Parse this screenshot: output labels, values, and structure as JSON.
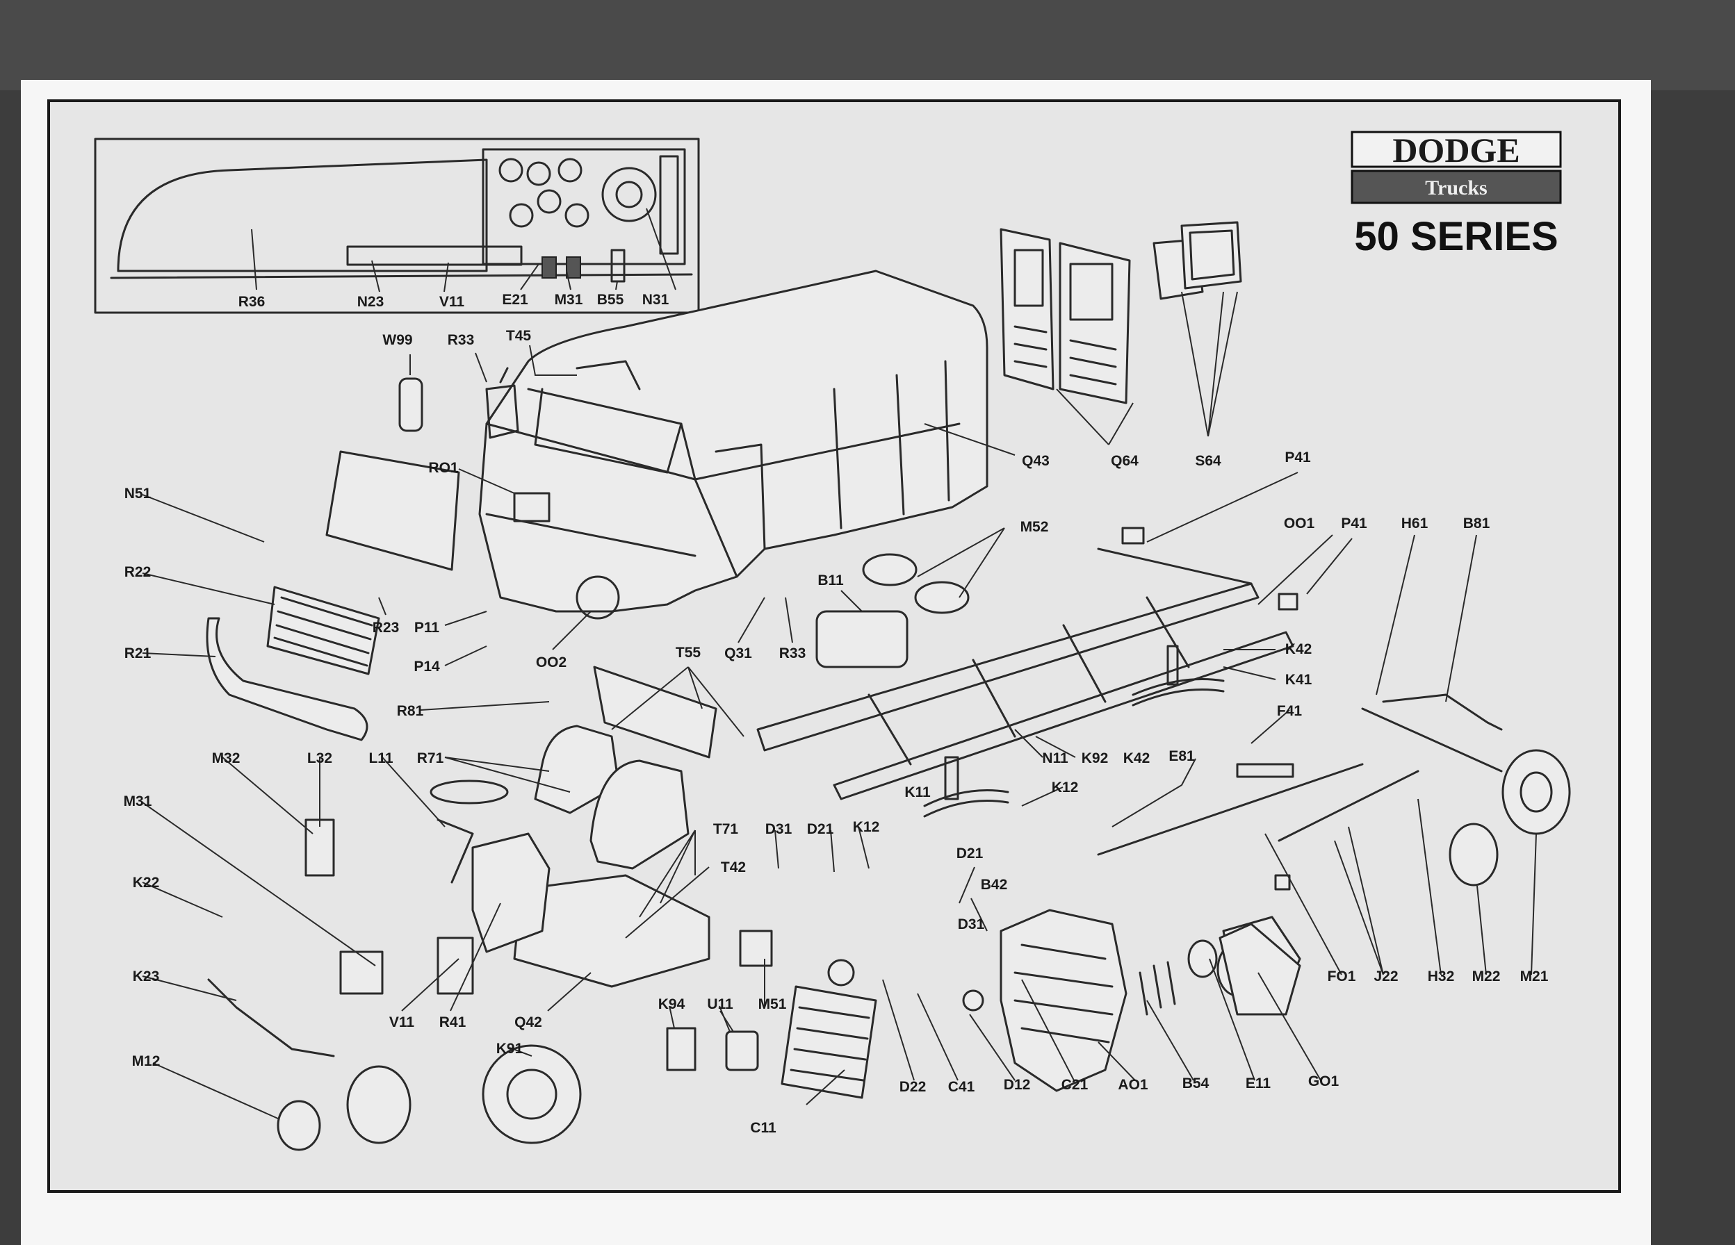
{
  "brand": {
    "name": "DODGE",
    "sub": "Trucks",
    "series": "50 SERIES"
  },
  "labels": [
    "R36",
    "N23",
    "V11",
    "E21",
    "M31",
    "B55",
    "N31",
    "W99",
    "R33",
    "T45",
    "Q43",
    "Q64",
    "S64",
    "RO1",
    "N51",
    "R22",
    "R23",
    "P11",
    "P14",
    "OO2",
    "R21",
    "Q31",
    "R33",
    "B11",
    "M52",
    "P41",
    "OO1",
    "P41",
    "H61",
    "B81",
    "T55",
    "K42",
    "K41",
    "R81",
    "F41",
    "M32",
    "L32",
    "L11",
    "R71",
    "N11",
    "K92",
    "K42",
    "K11",
    "K12",
    "K12",
    "E81",
    "M31",
    "T71",
    "D31",
    "D21",
    "T42",
    "D21",
    "B42",
    "K22",
    "D31",
    "K23",
    "V11",
    "R41",
    "Q42",
    "K94",
    "U11",
    "M51",
    "K91",
    "M12",
    "C11",
    "D22",
    "C41",
    "D12",
    "C21",
    "AO1",
    "B54",
    "E11",
    "GO1",
    "FO1",
    "J22",
    "H32",
    "M22",
    "M21"
  ],
  "colors": {
    "board": "#e9e9e9",
    "background": "#3d3d3d",
    "ink": "#1a1a1a",
    "badge": "#555555"
  }
}
